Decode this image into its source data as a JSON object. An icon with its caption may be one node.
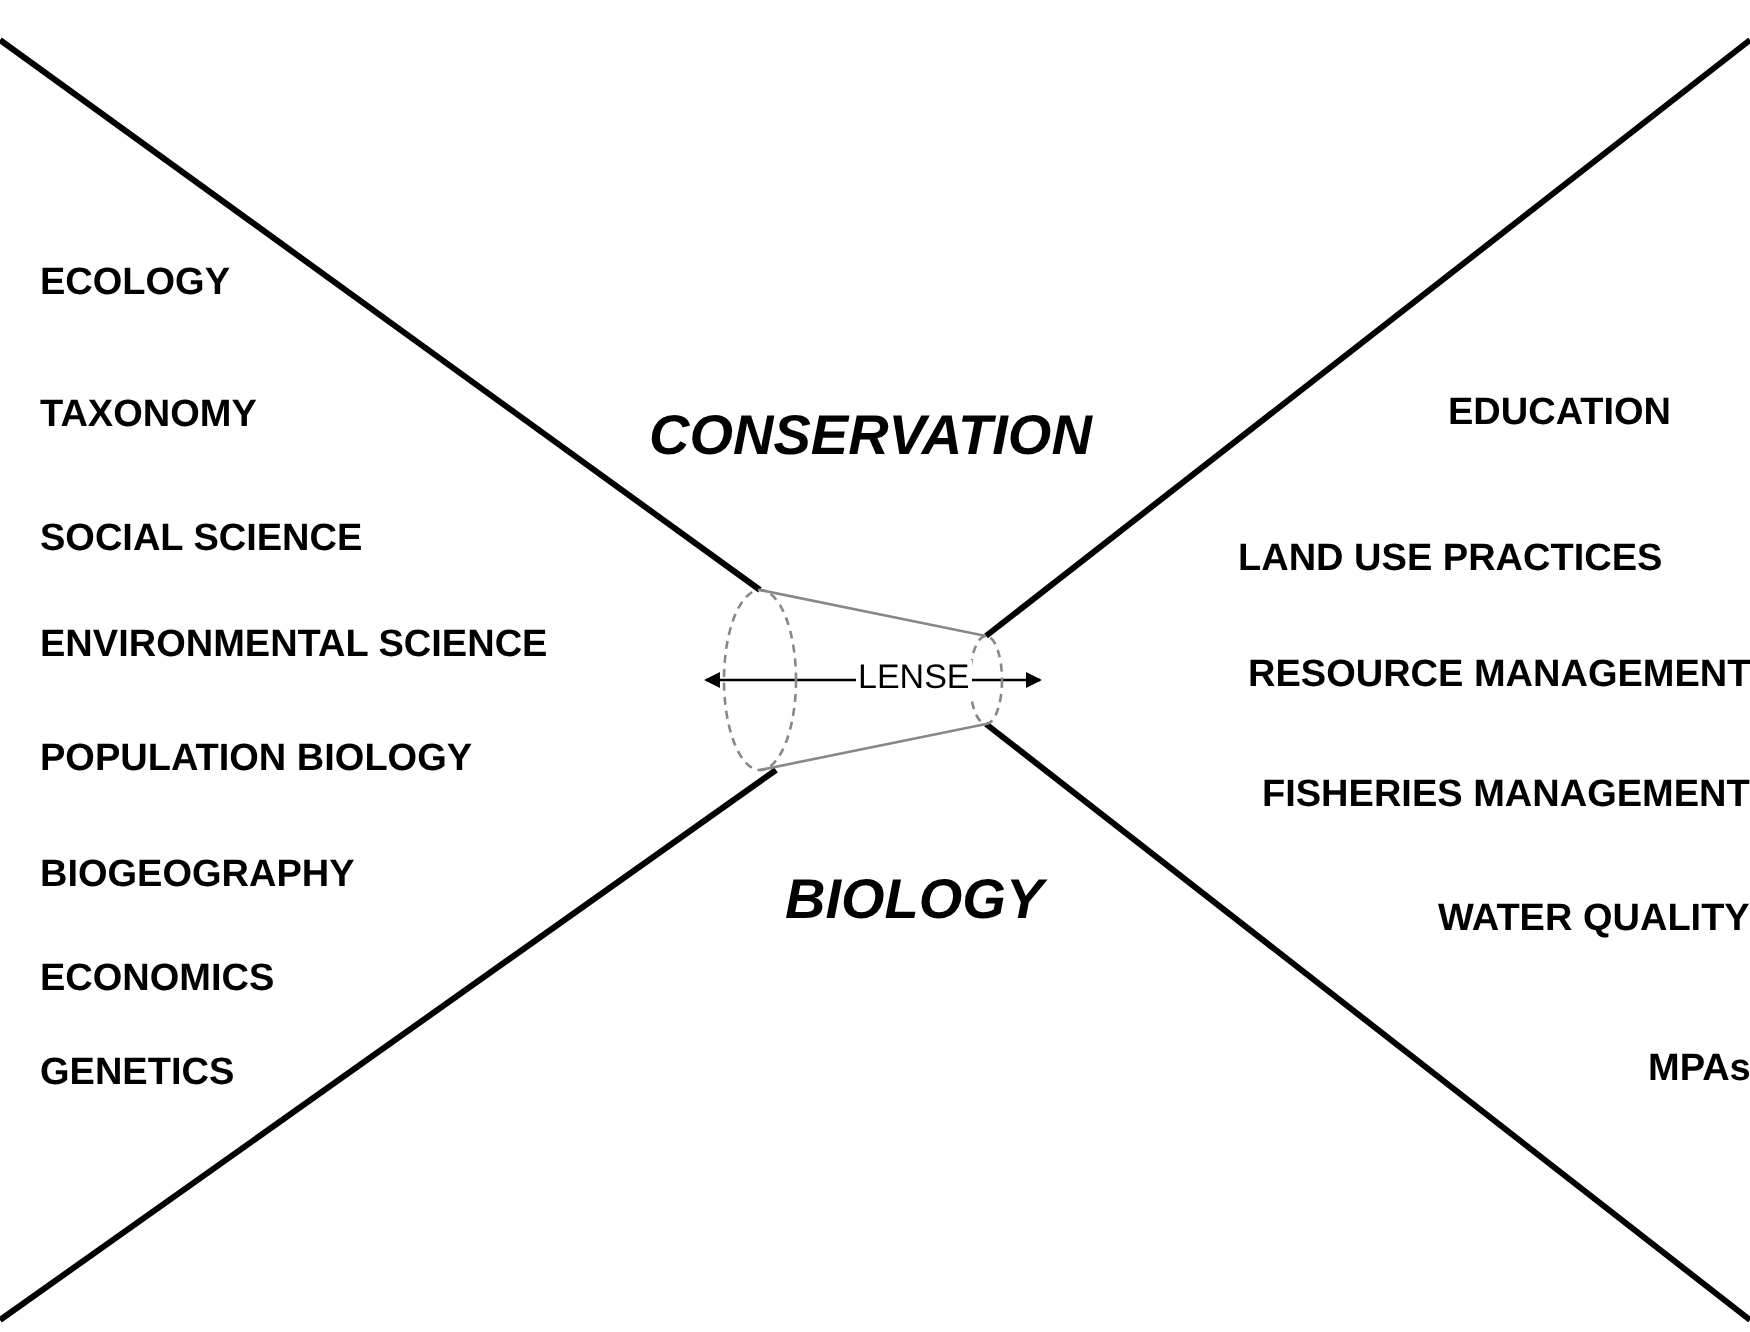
{
  "diagram": {
    "nodes": [
      {
        "text": [
          "LENSE"
        ]
      }
    ],
    "edges": [],
    "labels": [
      "ECOLOGY",
      "TAXONOMY",
      "CONSERVATION",
      "EDUCATION",
      "SOCIAL SCIENCE",
      "LAND USE PRACTICES",
      "ENVIRONMENTAL SCIENCE",
      "RESOURCE MANAGEMENT",
      "POPULATION BIOLOGY",
      "FISHERIES MANAGEMENT",
      "BIOGEOGRAPHY",
      "BIOLOGY",
      "WATER QUALITY",
      "ECONOMICS",
      "MPAs",
      "GENETICS"
    ]
  }
}
